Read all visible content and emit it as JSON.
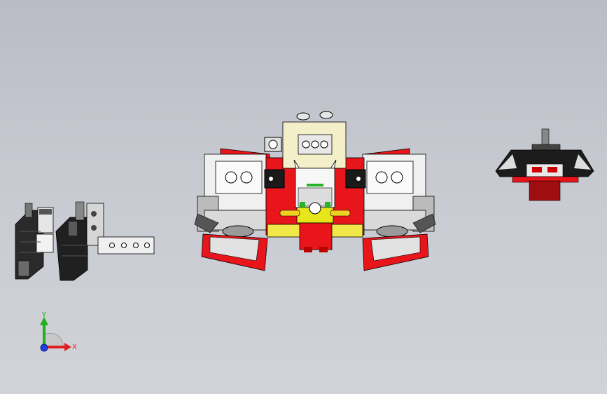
{
  "viewport": {
    "background_top": "#b9bcc4",
    "background_bottom": "#d1d3d9"
  },
  "triad": {
    "x_label": "X",
    "y_label": "Y",
    "x_color": "#e02020",
    "y_color": "#20b020",
    "z_color": "#2040e0"
  },
  "colors": {
    "red": "#e8161b",
    "dark": "#1e1e1e",
    "grey": "#8c8c8c",
    "light": "#eeeeee",
    "cream": "#f3efc8",
    "yellow": "#e6e61a",
    "green": "#28b428"
  },
  "models": {
    "left_parts": "left-gripper-parts",
    "center_robot": "main-robot-assembly",
    "right_part": "right-motor-module"
  }
}
